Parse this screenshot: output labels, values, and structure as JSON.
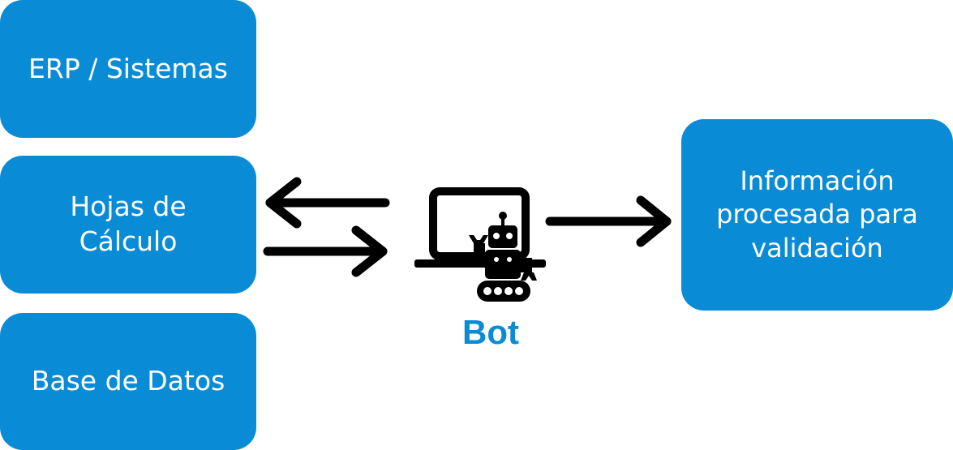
{
  "sources": [
    {
      "id": "erp",
      "label": "ERP / Sistemas"
    },
    {
      "id": "hojas",
      "label": "Hojas de\nCálculo"
    },
    {
      "id": "base",
      "label": "Base de Datos"
    }
  ],
  "bot": {
    "label": "Bot",
    "icon": "laptop-robot-icon"
  },
  "output": {
    "label": "Información\nprocesada para\nvalidación"
  },
  "colors": {
    "box": "#0A8BD6",
    "box_text": "#FFFFFF",
    "arrow": "#000000",
    "bot_label": "#0A8BD6"
  }
}
